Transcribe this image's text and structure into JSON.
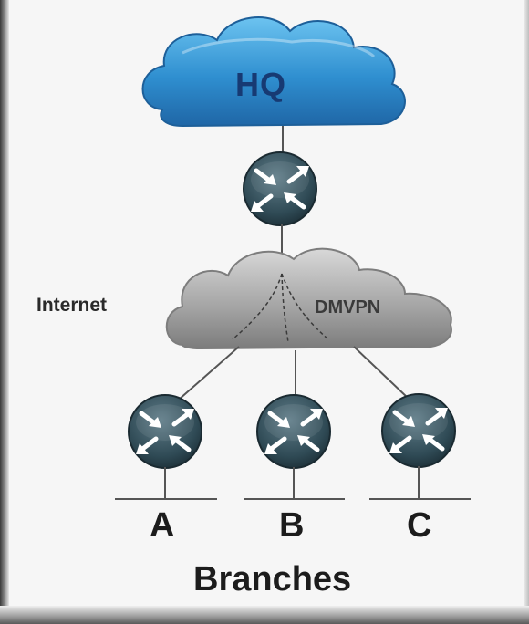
{
  "hq": {
    "label": "HQ"
  },
  "internet": {
    "label": "Internet"
  },
  "dmvpn": {
    "label": "DMVPN"
  },
  "branches": {
    "title": "Branches",
    "items": [
      {
        "label": "A"
      },
      {
        "label": "B"
      },
      {
        "label": "C"
      }
    ]
  },
  "colors": {
    "hq_cloud": "#2f8fd0",
    "internet_cloud": "#9a9a9a",
    "router_body": "#2f4a55",
    "background": "#f6f6f6"
  },
  "icons": [
    "hq-cloud-icon",
    "internet-cloud-icon",
    "router-icon"
  ]
}
